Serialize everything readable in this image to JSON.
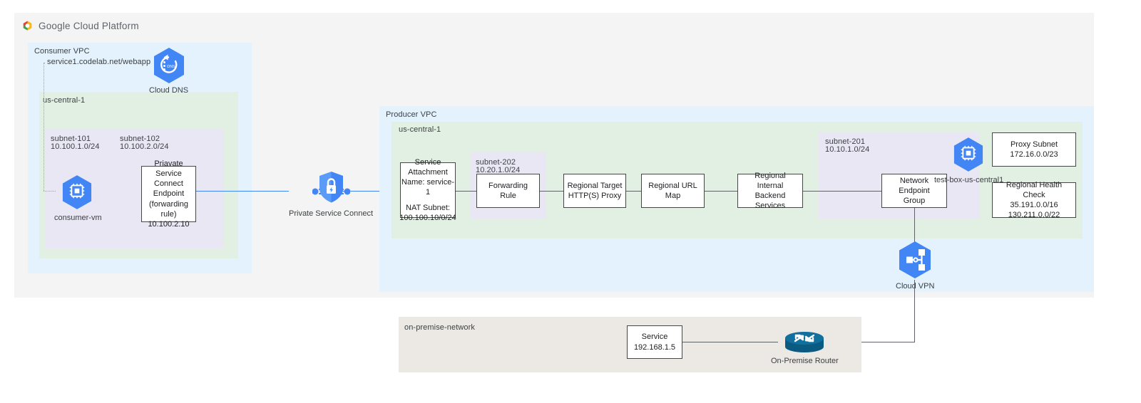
{
  "header": {
    "logo_icon": "google-cloud-logo-icon",
    "brand_google": "Google",
    "brand_cloud": "Cloud",
    "brand_platform": "Platform"
  },
  "consumer_vpc": {
    "label": "Consumer VPC",
    "region_label": "us-central-1",
    "dns_url": "service1.codelab.net/webapp",
    "cloud_dns": {
      "icon": "cloud-dns-icon",
      "line1": "Cloud",
      "line2": "DNS"
    },
    "subnets": [
      {
        "name": "subnet-101",
        "cidr": "10.100.1.0/24"
      },
      {
        "name": "subnet-102",
        "cidr": "10.100.2.0/24"
      }
    ],
    "consumer_vm": {
      "icon": "compute-engine-vm-icon",
      "label": "consumer-vm"
    },
    "psc_endpoint": {
      "line1": "Priavate Service",
      "line2": "Connect Endpoint",
      "line3": "(forwarding rule)",
      "line4": "10.100.2.10"
    }
  },
  "private_service_connect": {
    "icon": "private-service-connect-icon",
    "label": "Private Service Connect"
  },
  "producer_vpc": {
    "label": "Producer VPC",
    "region_label": "us-central-1",
    "service_attachment": {
      "line1": "Service",
      "line2": "Attachment",
      "line3": "Name: service-1",
      "line4": "NAT Subnet:",
      "line5": "100.100.10/0/24"
    },
    "subnet_202": {
      "name": "subnet-202",
      "cidr": "10.20.1.0/24"
    },
    "subnet_201": {
      "name": "subnet-201",
      "cidr": "10.10.1.0/24"
    },
    "chain": [
      {
        "name": "forwarding-rule",
        "line1": "Forwarding Rule",
        "line2": ""
      },
      {
        "name": "regional-target-proxy",
        "line1": "Regional Target",
        "line2": "HTTP(S) Proxy"
      },
      {
        "name": "regional-url-map",
        "line1": "Regional URL Map",
        "line2": ""
      },
      {
        "name": "regional-internal-backend-services",
        "line1": "Regional Internal",
        "line2": "Backend Services"
      },
      {
        "name": "network-endpoint-group",
        "line1": "Network Endpoint",
        "line2": "Group"
      }
    ],
    "test_box": {
      "icon": "compute-engine-vm-icon",
      "label": "test-box-us-central1"
    },
    "proxy_subnet": {
      "line1": "Proxy Subnet",
      "line2": "172.16.0.0/23"
    },
    "health_check": {
      "line1": "Regional Health Check",
      "line2": "35.191.0.0/16",
      "line3": "130.211.0.0/22"
    },
    "cloud_vpn": {
      "icon": "cloud-vpn-icon",
      "label": "Cloud VPN"
    }
  },
  "on_premise": {
    "label": "on-premise-network",
    "service": {
      "line1": "Service",
      "line2": "192.168.1.5"
    },
    "router": {
      "icon": "on-premise-router-icon",
      "label": "On-Premise Router"
    }
  },
  "colors": {
    "vpc_fill": "#e3f2fd",
    "region_fill": "#e2f0e4",
    "subnet_fill": "#eae7f5",
    "onprem_fill": "#ece9e4",
    "frame_fill": "#f4f4f4",
    "google_blue": "#4285f4",
    "router_teal": "#11638e",
    "line": "#5f6368"
  }
}
